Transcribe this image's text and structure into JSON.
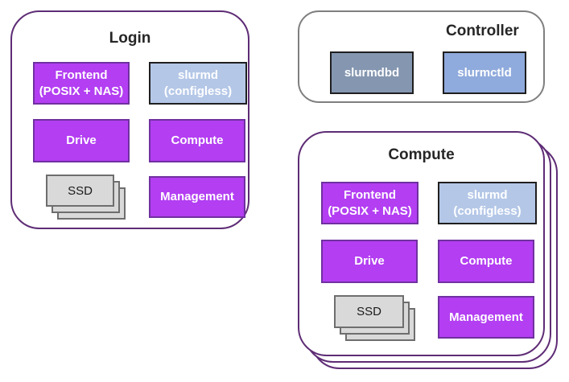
{
  "colors": {
    "purple_fill": "#B33EF2",
    "purple_border": "#7030A0",
    "outer_border": "#5E2C75",
    "controller_border": "#7F7F7F",
    "dark_border": "#1F1F1F",
    "slurmd_fill": "#B4C7E7",
    "slurmctld_fill": "#8FAADC",
    "slurmdbd_fill": "#8496B0",
    "ssd_fill": "#D9D9D9",
    "ssd_border": "#6E6E6E",
    "title_color": "#262626"
  },
  "login": {
    "title": "Login",
    "frontend": {
      "lines": [
        "Frontend",
        "(POSIX + NAS)"
      ]
    },
    "slurmd": {
      "lines": [
        "slurmd",
        "(configless)"
      ]
    },
    "drive": "Drive",
    "compute": "Compute",
    "ssd": "SSD",
    "management": "Management"
  },
  "controller": {
    "title": "Controller",
    "slurmdbd": "slurmdbd",
    "slurmctld": "slurmctld"
  },
  "compute": {
    "title": "Compute",
    "frontend": {
      "lines": [
        "Frontend",
        "(POSIX + NAS)"
      ]
    },
    "slurmd": {
      "lines": [
        "slurmd",
        "(configless)"
      ]
    },
    "drive": "Drive",
    "compute": "Compute",
    "ssd": "SSD",
    "management": "Management"
  }
}
